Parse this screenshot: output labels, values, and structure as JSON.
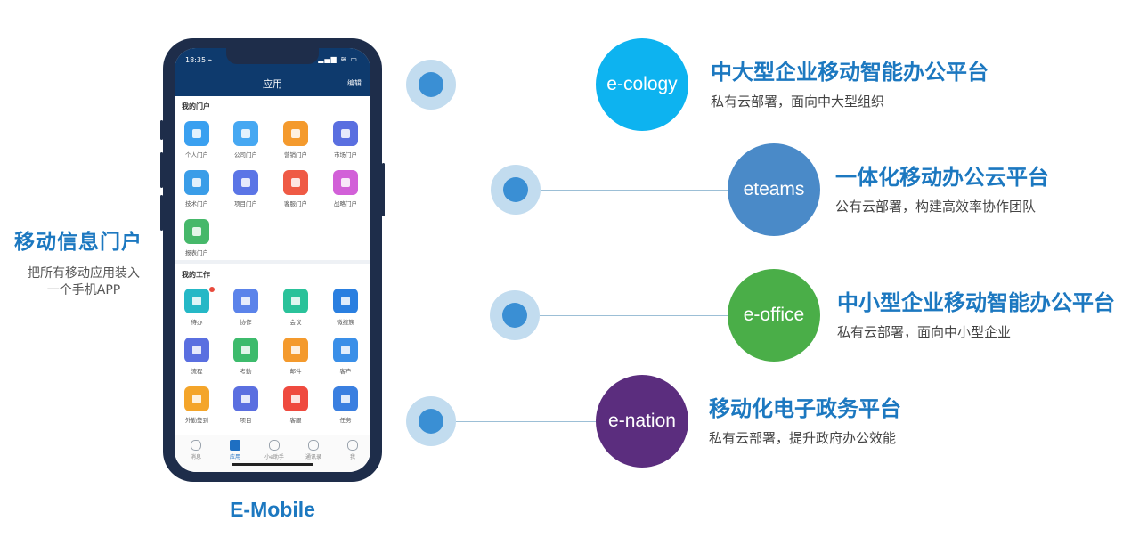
{
  "left": {
    "title": "移动信息门户",
    "subtitle_line1": "把所有移动应用装入",
    "subtitle_line2": "一个手机APP"
  },
  "phone": {
    "label": "E-Mobile",
    "status_time": "18:35 ⌁",
    "status_icons": "▂▄▆ ≋ ▭",
    "app_title": "应用",
    "edit_label": "编辑",
    "section_portal": "我的门户",
    "portal_apps": [
      {
        "label": "个人门户",
        "color": "#3aa0f0"
      },
      {
        "label": "公司门户",
        "color": "#46a8f2"
      },
      {
        "label": "营销门户",
        "color": "#f49a2d"
      },
      {
        "label": "市场门户",
        "color": "#5a6fe0"
      },
      {
        "label": "技术门户",
        "color": "#3a9de8"
      },
      {
        "label": "项目门户",
        "color": "#5b75e6"
      },
      {
        "label": "客服门户",
        "color": "#ef5a45"
      },
      {
        "label": "战略门户",
        "color": "#d260d8"
      },
      {
        "label": "报表门户",
        "color": "#46b86a"
      }
    ],
    "section_work": "我的工作",
    "work_apps": [
      {
        "label": "待办",
        "color": "#25b8c6",
        "badge": true
      },
      {
        "label": "协作",
        "color": "#5b83ea"
      },
      {
        "label": "会议",
        "color": "#2ac29a"
      },
      {
        "label": "微搜族",
        "color": "#2a7fe0"
      },
      {
        "label": "流程",
        "color": "#5a6fe0"
      },
      {
        "label": "考勤",
        "color": "#3dbb6c"
      },
      {
        "label": "邮件",
        "color": "#f49a2d"
      },
      {
        "label": "客户",
        "color": "#3a8fe8"
      },
      {
        "label": "外勤签到",
        "color": "#f4a52a"
      },
      {
        "label": "项目",
        "color": "#5b6fe0"
      },
      {
        "label": "客服",
        "color": "#ef4a3f"
      },
      {
        "label": "任务",
        "color": "#3a7fe0"
      }
    ],
    "tabs": [
      {
        "label": "消息",
        "selected": false
      },
      {
        "label": "应用",
        "selected": true
      },
      {
        "label": "小e助手",
        "selected": false
      },
      {
        "label": "通讯录",
        "selected": false
      },
      {
        "label": "我",
        "selected": false
      }
    ]
  },
  "products": [
    {
      "name": "e-cology",
      "color": "#0db3f0",
      "title": "中大型企业移动智能办公平台",
      "desc": "私有云部署，面向中大型组织"
    },
    {
      "name": "eteams",
      "color": "#4a8ac8",
      "title": "一体化移动办公云平台",
      "desc": "公有云部署，构建高效率协作团队"
    },
    {
      "name": "e-office",
      "color": "#4aae48",
      "title": "中小型企业移动智能办公平台",
      "desc": "私有云部署，面向中小型企业"
    },
    {
      "name": "e-nation",
      "color": "#5b2d7e",
      "title": "移动化电子政务平台",
      "desc": "私有云部署，提升政府办公效能"
    }
  ]
}
